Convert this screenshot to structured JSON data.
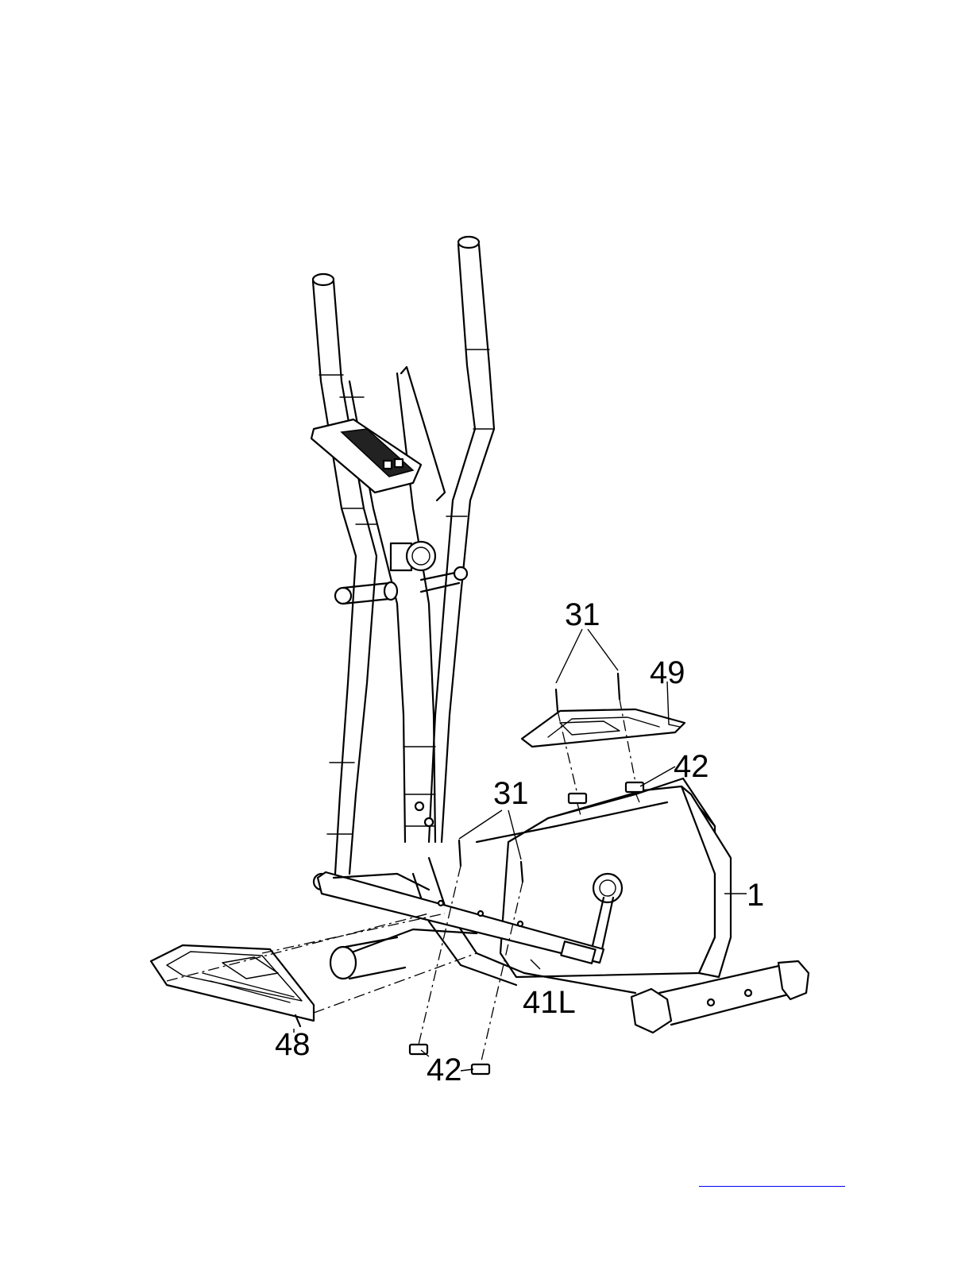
{
  "callouts": [
    {
      "id": "c31a",
      "label": "31"
    },
    {
      "id": "c49",
      "label": "49"
    },
    {
      "id": "c42a",
      "label": "42"
    },
    {
      "id": "c31b",
      "label": "31"
    },
    {
      "id": "c1",
      "label": "1"
    },
    {
      "id": "c41l",
      "label": "41L"
    },
    {
      "id": "c48",
      "label": "48"
    },
    {
      "id": "c42b",
      "label": "42"
    }
  ],
  "footer": {
    "link_color": "#0000ee"
  }
}
